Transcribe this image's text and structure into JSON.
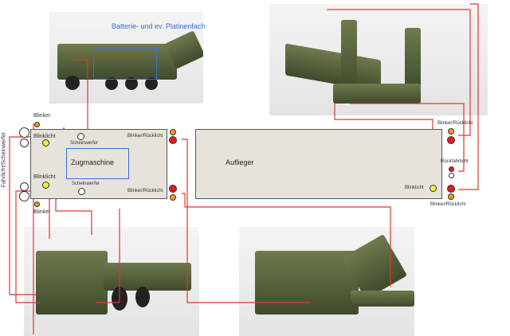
{
  "labels": {
    "battery": "Batterie- und ev. Platinenfach",
    "tractor": "Zugmaschine",
    "trailer": "Auflieger",
    "blinker_top": "Blinker",
    "blinker_bottom": "Blinker",
    "blinklicht_top": "Blinklicht",
    "blinklicht_bottom": "Blinklicht",
    "scheinwerfer_top": "Scheinwerfer",
    "scheinwerfer_bottom": "Scheinwerfer",
    "fahrlicht": "Fahrlicht/Scheinwerfer",
    "blinker_rueck_tractor_top": "Blinker/Rücklicht",
    "blinker_rueck_tractor_bottom": "Blinker/Rücklicht",
    "blinker_rueck_trailer_top": "Blinker/Rücklicht",
    "blinker_rueck_trailer_bottom": "Blinker/Rücklicht",
    "rueckfahrlicht": "Rückfahrlicht",
    "blinklicht_trailer": "Blinklicht"
  },
  "colors": {
    "line": "#e0362c",
    "box": "#3a6fd8",
    "blinker": "#f39a1f",
    "blinklicht": "#f6ef2a",
    "rueck": "#e21b1b"
  }
}
